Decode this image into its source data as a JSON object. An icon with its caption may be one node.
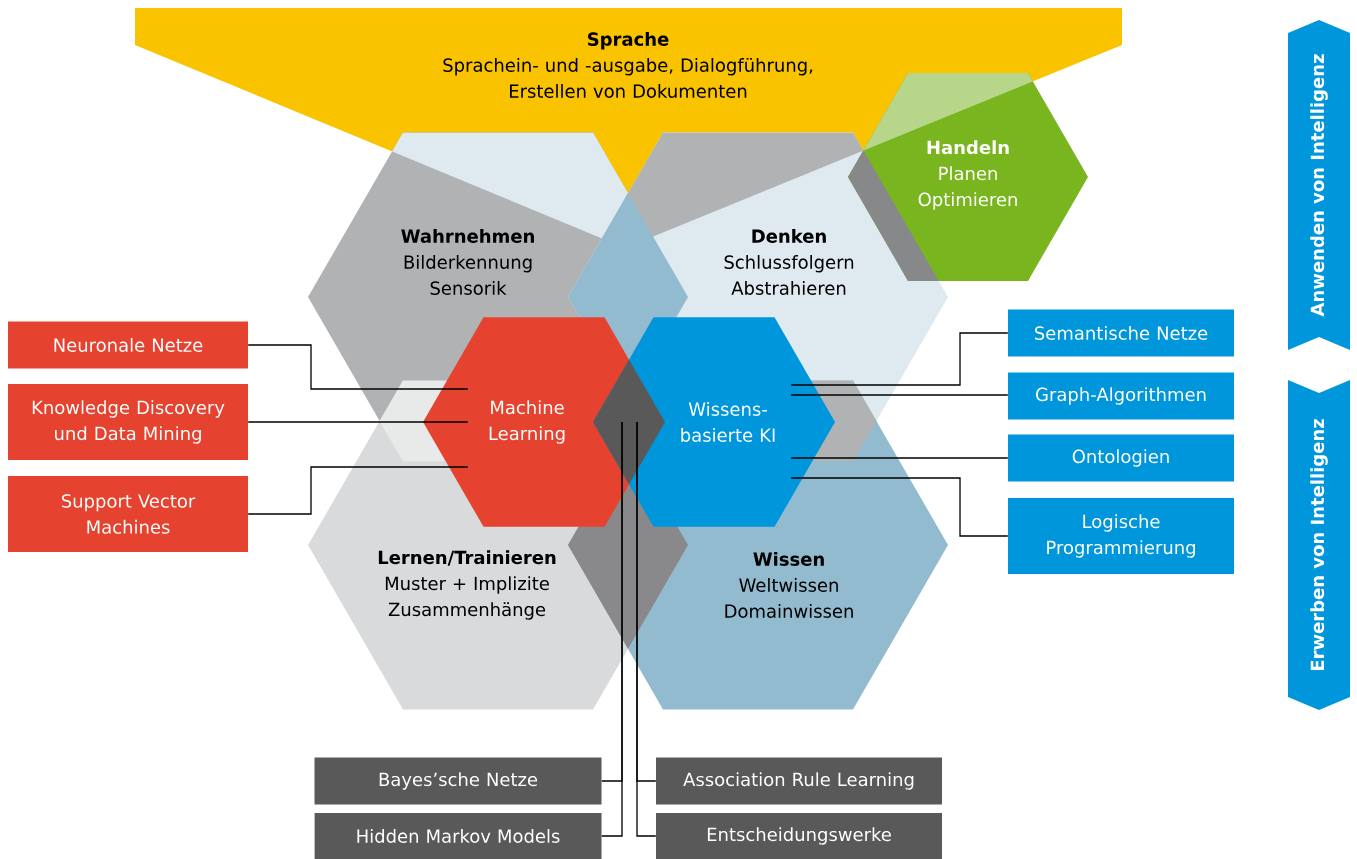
{
  "diagram": {
    "nodes": [
      {
        "text": [
          "Sprache",
          "Sprachein- und -ausgabe, Dialogführung, Erstellen von Dokumenten"
        ]
      },
      {
        "text": [
          "Wahrnehmen",
          "Bilderkennung Sensorik"
        ]
      },
      {
        "text": [
          "Denken",
          "Schlussfolgern Abstrahieren"
        ]
      },
      {
        "text": [
          "Handeln",
          "Planen Optimieren"
        ]
      },
      {
        "text": [
          "Lernen/Trainieren",
          "Muster + Implizite Zusammenhänge"
        ]
      },
      {
        "text": [
          "Wissen",
          "Weltwissen Domainwissen"
        ]
      },
      {
        "text": [
          "Machine Learning"
        ]
      },
      {
        "text": [
          "Wissens- basierte KI"
        ]
      },
      {
        "text": [
          "Neuronale Netze"
        ]
      },
      {
        "text": [
          "Knowledge Discovery und Data Mining"
        ]
      },
      {
        "text": [
          "Support Vector Machines"
        ]
      },
      {
        "text": [
          "Semantische Netze"
        ]
      },
      {
        "text": [
          "Graph-Algorithmen"
        ]
      },
      {
        "text": [
          "Ontologien"
        ]
      },
      {
        "text": [
          "Logische Programmierung"
        ]
      },
      {
        "text": [
          "Bayes’sche Netze"
        ]
      },
      {
        "text": [
          "Hidden Markov Models"
        ]
      },
      {
        "text": [
          "Association Rule Learning"
        ]
      },
      {
        "text": [
          "Entscheidungswerke"
        ]
      },
      {
        "text": [
          "Anwenden von Intelligenz"
        ]
      },
      {
        "text": [
          "Erwerben von Intelligenz"
        ]
      }
    ],
    "edges": [
      {
        "from": 8,
        "to": 6,
        "arrow": "none"
      },
      {
        "from": 9,
        "to": 6,
        "arrow": "none"
      },
      {
        "from": 10,
        "to": 6,
        "arrow": "none"
      },
      {
        "from": 11,
        "to": 7,
        "arrow": "none"
      },
      {
        "from": 12,
        "to": 7,
        "arrow": "none"
      },
      {
        "from": 13,
        "to": 7,
        "arrow": "none"
      },
      {
        "from": 14,
        "to": 7,
        "arrow": "none"
      },
      {
        "from": 15,
        "to": 6,
        "arrow": "none"
      },
      {
        "from": 16,
        "to": 6,
        "arrow": "none"
      },
      {
        "from": 17,
        "to": 7,
        "arrow": "none"
      },
      {
        "from": 18,
        "to": 7,
        "arrow": "none"
      }
    ]
  }
}
